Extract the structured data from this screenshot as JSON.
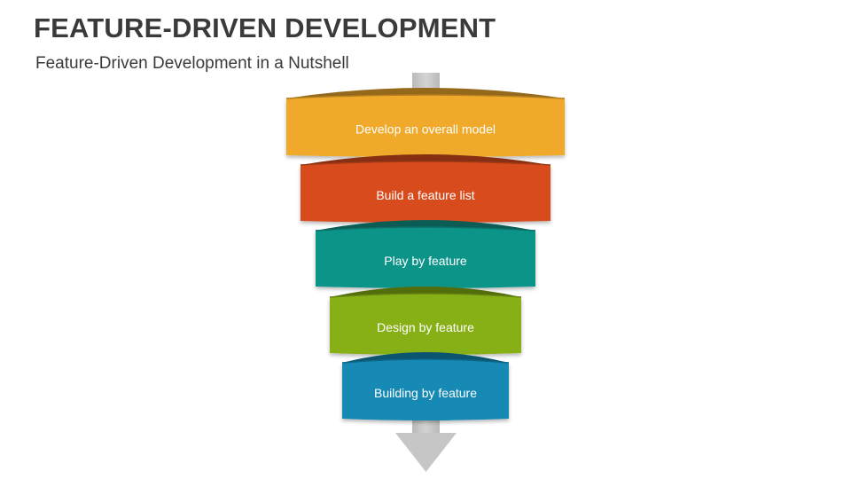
{
  "title": "FEATURE-DRIVEN DEVELOPMENT",
  "subtitle": "Feature-Driven Development in a Nutshell",
  "steps": [
    {
      "label": "Develop an overall model",
      "color": "#F0A92B"
    },
    {
      "label": "Build a feature list",
      "color": "#D84C1E"
    },
    {
      "label": "Play by feature",
      "color": "#119489"
    },
    {
      "label": "Design by feature",
      "color": "#86B015"
    },
    {
      "label": "Building by feature",
      "color": "#1289B4"
    }
  ],
  "arrow_color": "#C6C6C6"
}
